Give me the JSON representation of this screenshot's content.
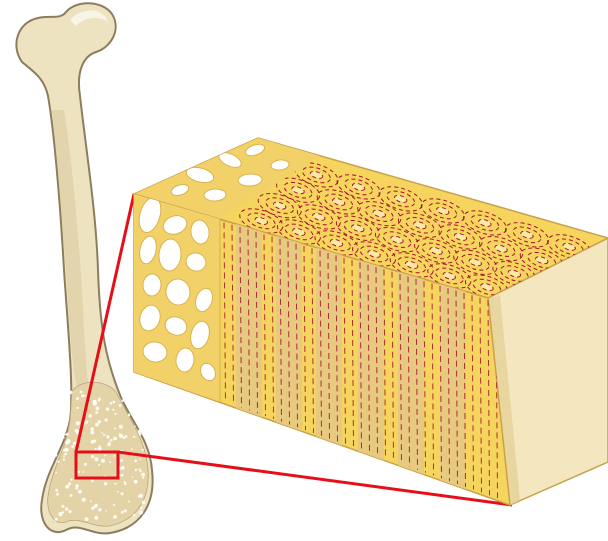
{
  "figure": {
    "subject": "femur-bone-tissue-cutaway",
    "parts": [
      "femur",
      "spongy-bone-section",
      "compact-bone-block",
      "zoom-box"
    ]
  },
  "colors": {
    "background": "#ffffff",
    "bone_fill": "#ede3c0",
    "bone_shade": "#d9c99a",
    "bone_outline": "#8c7d5e",
    "spongy_yellow": "#f2d268",
    "spongy_light": "#fbe9a8",
    "compact_yellow": "#f6d55e",
    "compact_tan": "#e6c884",
    "cut_face": "#f4e6bf",
    "cut_face_side": "#e9d59f",
    "dash_red": "#a5122a",
    "zoom_red": "#e60f19"
  },
  "watermark": {
    "text": ""
  }
}
